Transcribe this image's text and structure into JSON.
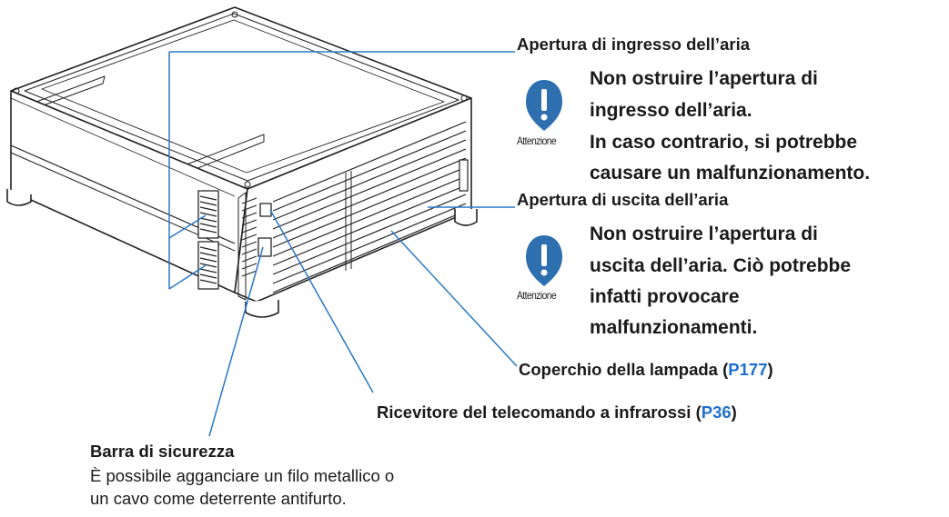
{
  "labels": {
    "intake": "Apertura di ingresso dell’aria",
    "intake_warning": [
      "Non ostruire l’apertura di",
      "ingresso dell’aria.",
      "In caso contrario, si potrebbe",
      "causare un malfunzionamento."
    ],
    "outlet": "Apertura di uscita dell’aria",
    "outlet_warning": [
      "Non ostruire l’apertura di",
      "uscita dell’aria. Ciò potrebbe",
      "infatti provocare",
      "malfunzionamenti."
    ],
    "attention": "Attenzione",
    "lamp_cover": "Coperchio della lampada (",
    "lamp_ref": "P177",
    "ir_receiver": "Ricevitore del telecomando a infrarossi (",
    "ir_ref": "P36",
    "close_paren": ")",
    "security_bar_title": "Barra di sicurezza",
    "security_bar_desc": [
      "È possibile agganciare un filo metallico o",
      "un cavo come deterrente antifurto."
    ]
  },
  "colors": {
    "leader_line": "#2b78c5",
    "link": "#1f6fd1",
    "warning_icon": "#2e6fb0"
  },
  "icons": [
    "exclamation-icon",
    "exclamation-icon"
  ]
}
